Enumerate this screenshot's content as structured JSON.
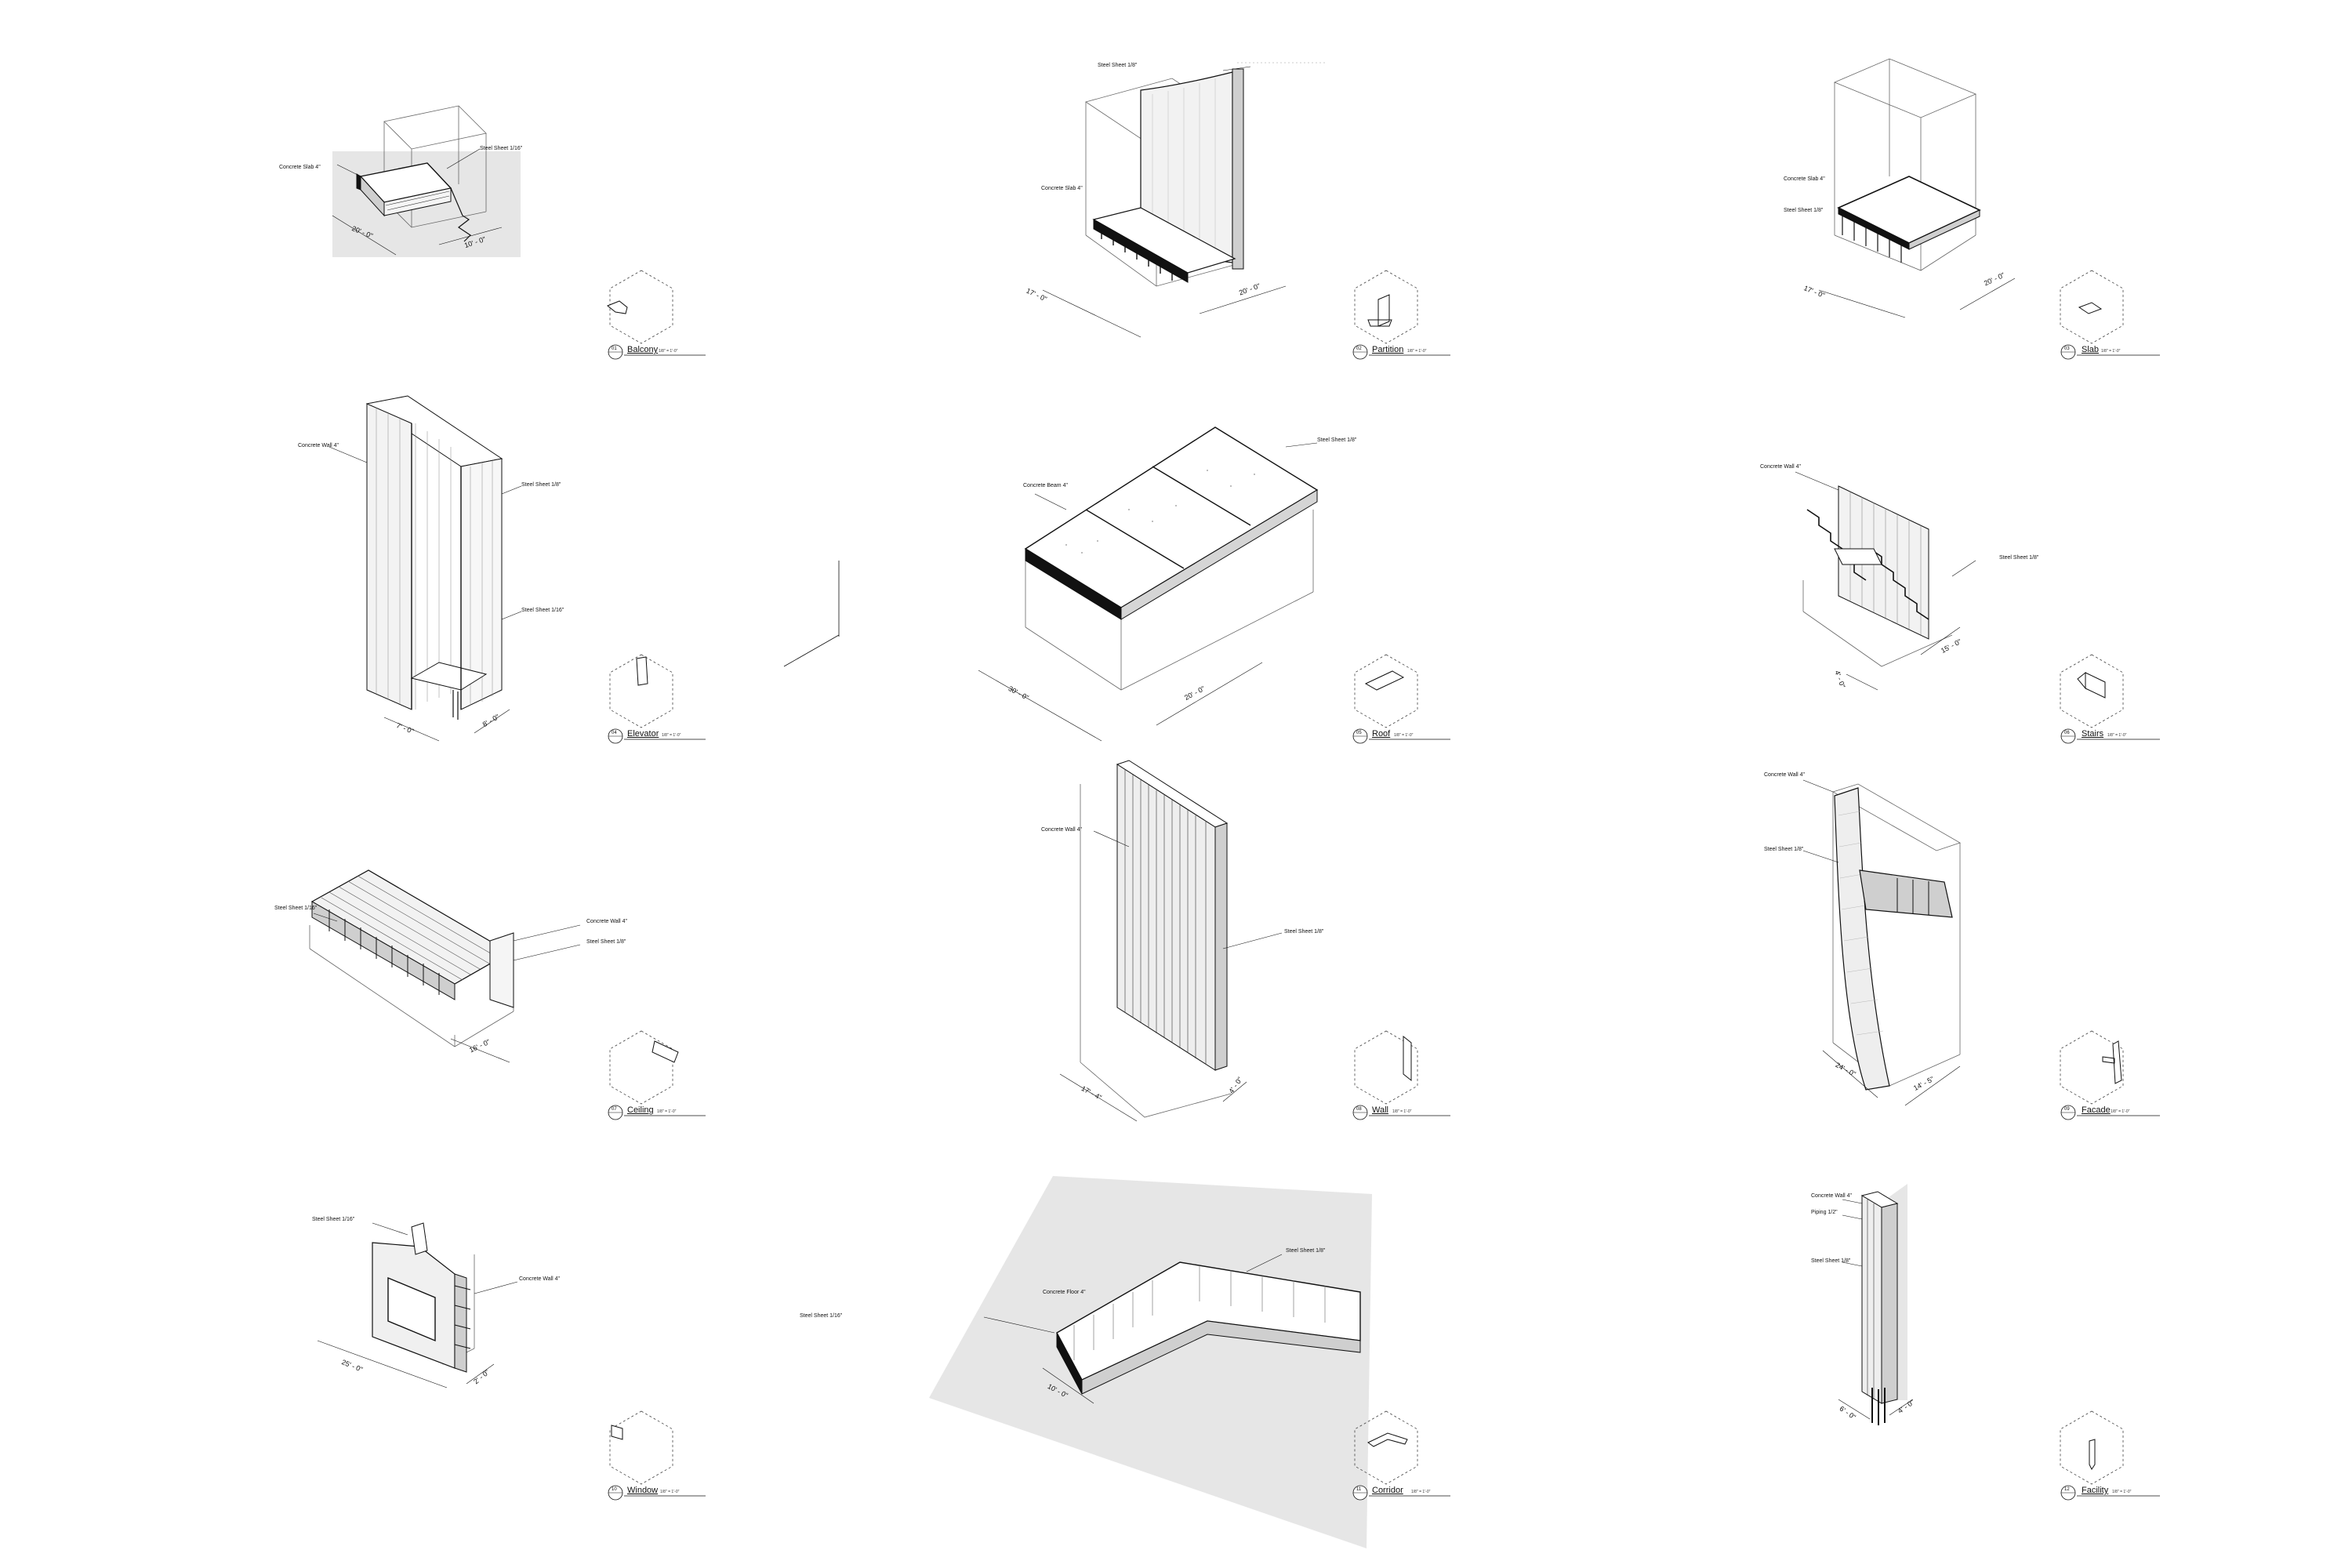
{
  "colors": {
    "ink": "#111111",
    "light_line": "#666666",
    "tone": "#e6e6e6",
    "tone_dark": "#cfcfcf",
    "paper": "#ffffff"
  },
  "views": [
    {
      "id": "balcony",
      "title": "Balcony",
      "number": "01",
      "scale": "1/8\" = 1'-0\"",
      "glyph": "balcony-thumbnail-icon",
      "callouts": [
        "Concrete Slab 4\"",
        "Steel Sheet 1/16\""
      ],
      "dims": [
        "20' - 0\"",
        "10' - 0\""
      ]
    },
    {
      "id": "partition",
      "title": "Partition",
      "number": "02",
      "scale": "1/8\" = 1'-0\"",
      "glyph": "partition-thumbnail-icon",
      "callouts": [
        "Steel Sheet 1/8\"",
        "Concrete Slab 4\""
      ],
      "dims": [
        "17' - 0\"",
        "20' - 0\""
      ]
    },
    {
      "id": "slab",
      "title": "Slab",
      "number": "03",
      "scale": "1/8\" = 1'-0\"",
      "glyph": "slab-thumbnail-icon",
      "callouts": [
        "Concrete Slab 4\"",
        "Steel Sheet 1/8\""
      ],
      "dims": [
        "17' - 0\"",
        "20' - 0\""
      ]
    },
    {
      "id": "elevator",
      "title": "Elevator",
      "number": "04",
      "scale": "1/8\" = 1'-0\"",
      "glyph": "elevator-thumbnail-icon",
      "callouts": [
        "Concrete Wall 4\"",
        "Steel Sheet 1/8\"",
        "Steel Sheet 1/16\""
      ],
      "dims": [
        "7' - 0\"",
        "8' - 0\""
      ]
    },
    {
      "id": "roof",
      "title": "Roof",
      "number": "05",
      "scale": "1/8\" = 1'-0\"",
      "glyph": "roof-thumbnail-icon",
      "callouts": [
        "Steel Sheet 1/8\"",
        "Concrete Beam 4\""
      ],
      "dims": [
        "30' - 0\"",
        "20' - 0\""
      ]
    },
    {
      "id": "stairs",
      "title": "Stairs",
      "number": "06",
      "scale": "1/8\" = 1'-0\"",
      "glyph": "stairs-thumbnail-icon",
      "callouts": [
        "Concrete Wall 4\"",
        "Steel Sheet 1/8\""
      ],
      "dims": [
        "4' - 0\"",
        "15' - 0\""
      ]
    },
    {
      "id": "ceiling",
      "title": "Ceiling",
      "number": "07",
      "scale": "1/8\" = 1'-0\"",
      "glyph": "ceiling-thumbnail-icon",
      "callouts": [
        "Steel Sheet 1/16\"",
        "Concrete Wall 4\"",
        "Steel Sheet 1/8\""
      ],
      "dims": [
        "16' - 0\""
      ]
    },
    {
      "id": "wall",
      "title": "Wall",
      "number": "08",
      "scale": "1/8\" = 1'-0\"",
      "glyph": "wall-thumbnail-icon",
      "callouts": [
        "Concrete Wall 4\"",
        "Steel Sheet 1/8\""
      ],
      "dims": [
        "17' - 4\"",
        "4' - 0\""
      ]
    },
    {
      "id": "facade",
      "title": "Facade",
      "number": "09",
      "scale": "1/8\" = 1'-0\"",
      "glyph": "facade-thumbnail-icon",
      "callouts": [
        "Concrete Wall 4\"",
        "Steel Sheet 1/8\""
      ],
      "dims": [
        "24' - 0\"",
        "14' - 5\""
      ]
    },
    {
      "id": "window",
      "title": "Window",
      "number": "10",
      "scale": "1/8\" = 1'-0\"",
      "glyph": "window-thumbnail-icon",
      "callouts": [
        "Steel Sheet 1/16\"",
        "Concrete Wall 4\""
      ],
      "dims": [
        "25' - 0\"",
        "2' - 0\""
      ]
    },
    {
      "id": "corridor",
      "title": "Corridor",
      "number": "11",
      "scale": "1/8\" = 1'-0\"",
      "glyph": "corridor-thumbnail-icon",
      "callouts": [
        "Steel Sheet 1/8\"",
        "Concrete Floor 4\""
      ],
      "dims": [
        "10' - 0\""
      ]
    },
    {
      "id": "facility",
      "title": "Facility",
      "number": "12",
      "scale": "1/8\" = 1'-0\"",
      "glyph": "facility-thumbnail-icon",
      "callouts": [
        "Concrete Wall 4\"",
        "Piping 1/2\"",
        "Steel Sheet 1/8\""
      ],
      "dims": [
        "6' - 0\"",
        "4' - 0\""
      ]
    }
  ],
  "loose_labels": [
    "Steel Sheet 1/16\""
  ]
}
